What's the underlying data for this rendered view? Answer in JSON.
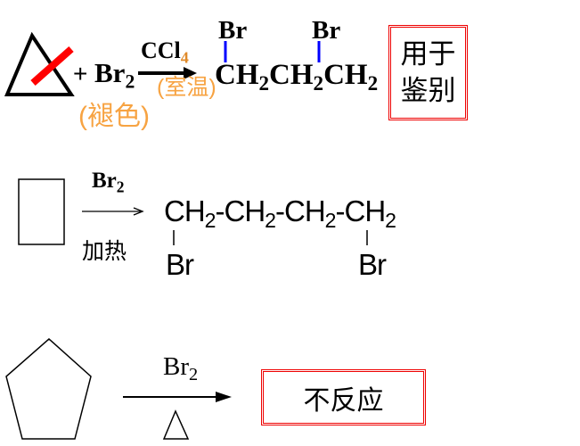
{
  "reaction1": {
    "reactant": "Br",
    "reactant_sub": "2",
    "plus": "+",
    "observation": "(褪色)",
    "catalyst": "CCl",
    "catalyst_sub": "4",
    "condition": "(室温)",
    "product_br_left": "Br",
    "product_br_right": "Br",
    "product_chain": [
      "CH",
      "2",
      "CH",
      "2",
      "CH",
      "2"
    ],
    "note": [
      "用于",
      "鉴别"
    ]
  },
  "reaction2": {
    "reagent": "Br",
    "reagent_sub": "2",
    "condition": "加热",
    "product_chain": [
      "CH",
      "2",
      "-CH",
      "2",
      "-CH",
      "2",
      "-CH",
      "2"
    ],
    "product_br_left": "Br",
    "product_br_right": "Br"
  },
  "reaction3": {
    "reagent": "Br",
    "reagent_sub": "2",
    "result": "不反应"
  },
  "colors": {
    "highlight": "#f7a342",
    "bond": "#0000ff",
    "cross": "#ff0000",
    "box": "#ee0000"
  }
}
